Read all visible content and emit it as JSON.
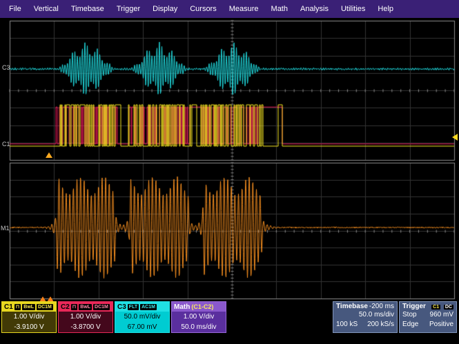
{
  "menu": {
    "items": [
      "File",
      "Vertical",
      "Timebase",
      "Trigger",
      "Display",
      "Cursors",
      "Measure",
      "Math",
      "Analysis",
      "Utilities",
      "Help"
    ]
  },
  "display": {
    "c3_label": "C3",
    "c1_label": "C1",
    "math_label": "M1"
  },
  "colors": {
    "c1_trace": "#f8e820",
    "c2_trace": "#e81858",
    "c3_trace": "#20dce0",
    "math_trace": "#f89020",
    "menubar": "#3a2076",
    "grid_line": "#343434",
    "grid_border": "#8c8c8c"
  },
  "waveforms": {
    "burst_centers": [
      111,
      217,
      323
    ],
    "burst_width": 84,
    "c3": {
      "base": 0.347,
      "amp": 38,
      "period": 3.6
    },
    "c1": {
      "hi": 0.604,
      "lo": 0.901
    },
    "c2": {
      "hi": 0.62,
      "lo": 0.885
    },
    "math": {
      "base": 0.477,
      "amp": 74,
      "period": 5.2
    }
  },
  "descriptors": {
    "c1": {
      "label": "C1",
      "badges": [
        "BwL",
        "DC1M"
      ],
      "line1": "1.00 V/div",
      "line2": "-3.9100 V"
    },
    "c2": {
      "label": "C2",
      "badges": [
        "BwL",
        "DC1M"
      ],
      "line1": "1.00 V/div",
      "line2": "-3.8700 V"
    },
    "c3": {
      "label": "C3",
      "badges": [
        "FLT",
        "AC1M"
      ],
      "line1": "50.0 mV/div",
      "line2": "67.00 mV"
    },
    "math": {
      "label": "Math",
      "source": "(C1-C2)",
      "line1": "1.00 V/div",
      "line2": "50.0 ms/div"
    }
  },
  "timebase": {
    "title": "Timebase",
    "offset": "-200 ms",
    "scale": "50.0 ms/div",
    "samples": "100 kS",
    "rate": "200 kS/s"
  },
  "trigger": {
    "title": "Trigger",
    "source_badge": "C1",
    "coupling_badge": "DC",
    "mode": "Stop",
    "level": "960 mV",
    "type": "Edge",
    "slope": "Positive"
  }
}
